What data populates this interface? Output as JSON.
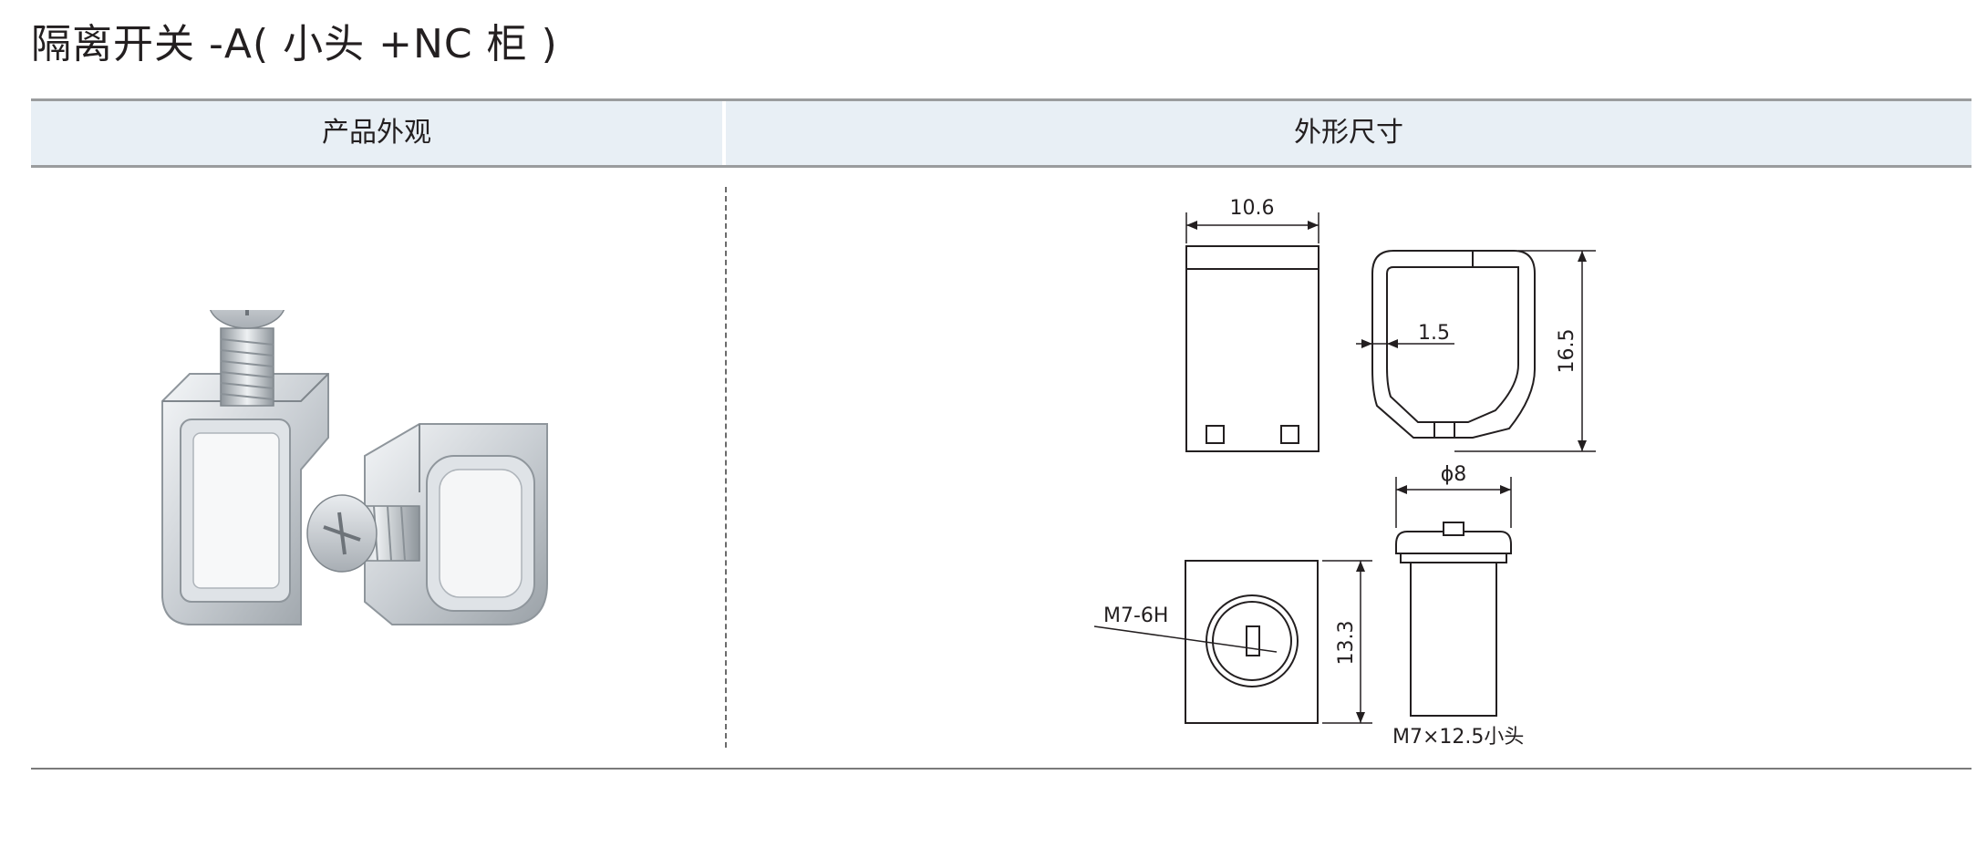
{
  "title": "隔离开关 -A( 小头 +NC 柜 )",
  "table": {
    "headers": [
      "产品外观",
      "外形尺寸"
    ]
  },
  "dimensions": {
    "width": "10.6",
    "wall": "1.5",
    "height": "16.5",
    "screw_dia": "ϕ8",
    "thread": "M7-6H",
    "side": "13.3",
    "screw_spec": "M7×12.5小头"
  },
  "colors": {
    "header_bg": "#e8eff5",
    "rule": "#9a9c9e",
    "text": "#231f20"
  }
}
